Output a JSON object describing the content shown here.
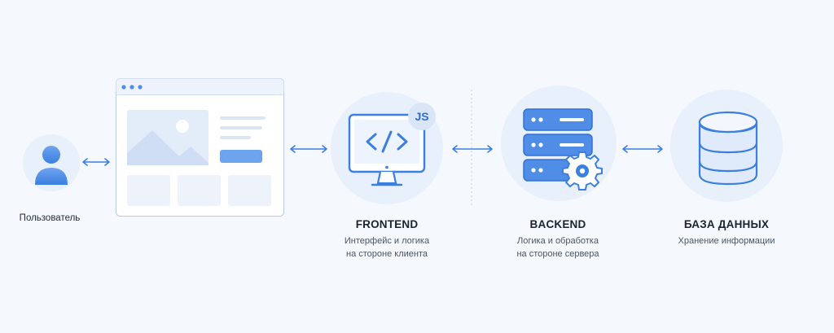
{
  "colors": {
    "accent": "#3b7fe0",
    "accent_light": "#6ea4ef",
    "circle_bg": "#e8f0fb",
    "page_bg": "#f5f8fc"
  },
  "user": {
    "label": "Пользователь",
    "icon": "user-icon"
  },
  "browser": {
    "icon": "browser-window-icon"
  },
  "frontend": {
    "title": "FRONTEND",
    "desc_line1": "Интерфейс и логика",
    "desc_line2": "на стороне клиента",
    "badge": "JS",
    "icon": "monitor-code-icon"
  },
  "backend": {
    "title": "BACKEND",
    "desc_line1": "Логика и обработка",
    "desc_line2": "на стороне сервера",
    "icon": "server-gear-icon"
  },
  "database": {
    "title": "БАЗА ДАННЫХ",
    "desc_line1": "Хранение информации",
    "icon": "database-icon"
  }
}
